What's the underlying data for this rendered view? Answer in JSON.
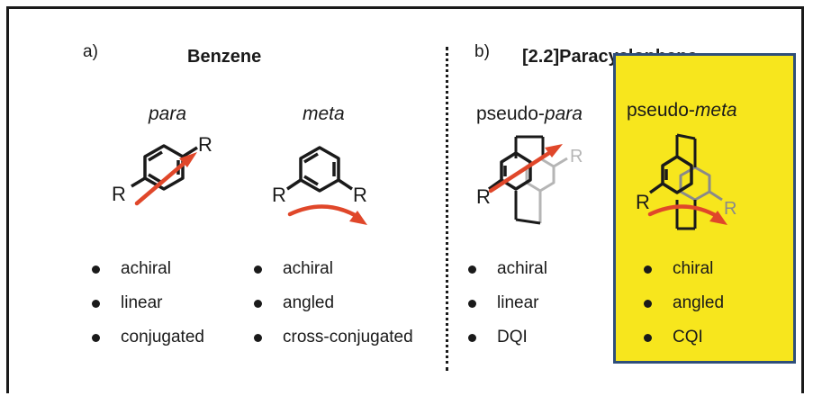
{
  "panel_a": {
    "label": "a)",
    "title": "Benzene",
    "para": {
      "heading": "para",
      "substituent": "R",
      "bullets": [
        "achiral",
        "linear",
        "conjugated"
      ]
    },
    "meta": {
      "heading": "meta",
      "substituent": "R",
      "bullets": [
        "achiral",
        "angled",
        "cross-conjugated"
      ]
    }
  },
  "panel_b": {
    "label": "b)",
    "title": "[2.2]Paracyclophane",
    "pseudo_para": {
      "heading_prefix": "pseudo-",
      "heading_italic": "para",
      "substituent": "R",
      "bullets": [
        "achiral",
        "linear",
        "DQI"
      ]
    },
    "pseudo_meta": {
      "heading_prefix": "pseudo-",
      "heading_italic": "meta",
      "substituent": "R",
      "bullets": [
        "chiral",
        "angled",
        "CQI"
      ]
    }
  },
  "colors": {
    "arrow": "#e0472a",
    "highlight": "#f7e61d",
    "highlight_border": "#2f4f7a",
    "ink": "#1a1a1a",
    "faded_ring": "#b5b5b5"
  }
}
